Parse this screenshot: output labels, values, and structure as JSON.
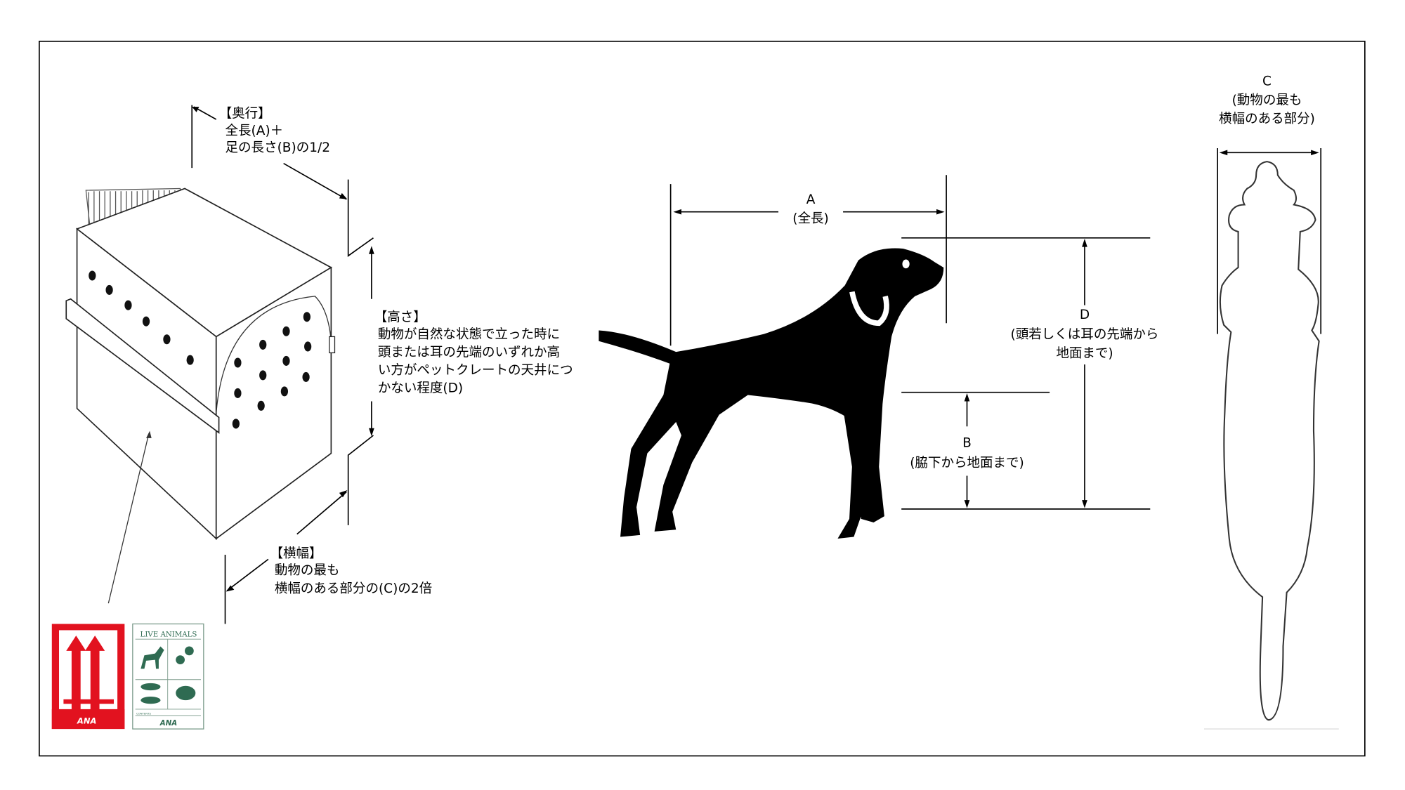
{
  "depth_label": {
    "title": "【奥行】",
    "line1": "全長(A)＋",
    "line2": "足の長さ(B)の1/2"
  },
  "height_label": {
    "title": "【高さ】",
    "line1": "動物が自然な状態で立った時に",
    "line2": "頭または耳の先端のいずれか高",
    "line3": "い方がペットクレートの天井につ",
    "line4": "かない程度(D)"
  },
  "width_label": {
    "title": "【横幅】",
    "line1": "動物の最も",
    "line2": "横幅のある部分の(C)の2倍"
  },
  "dim_a": {
    "letter": "A",
    "desc": "(全長)"
  },
  "dim_b": {
    "letter": "B",
    "desc": "(脇下から地面まで)"
  },
  "dim_c": {
    "letter": "C",
    "desc1": "(動物の最も",
    "desc2": "横幅のある部分)"
  },
  "dim_d": {
    "letter": "D",
    "desc1": "(頭若しくは耳の先端から",
    "desc2": "地面まで)"
  },
  "labels": {
    "this_way_up_brand": "ANA",
    "live_animals_title": "LIVE ANIMALS",
    "live_animals_contents": "CONTENTS",
    "live_animals_brand": "ANA"
  },
  "colors": {
    "red_label": "#e2121f",
    "green_label": "#2f6b52"
  }
}
